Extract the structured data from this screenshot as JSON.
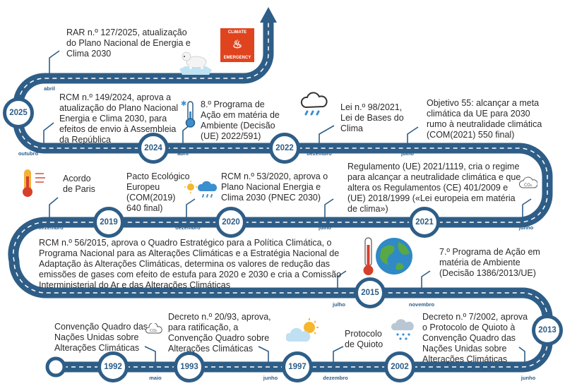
{
  "years": [
    "2025",
    "2024",
    "2022",
    "2021",
    "2020",
    "2019",
    "2015",
    "2013",
    "2002",
    "1997",
    "1993",
    "1992"
  ],
  "months": {
    "abril1": "abril",
    "outubro": "outubro",
    "abril2": "abril",
    "dezembro1": "dezembro",
    "julho1": "julho",
    "dezembro2": "dezembro",
    "dezembro3": "dezembro",
    "julho2": "julho",
    "junho1": "junho",
    "julho3": "julho",
    "novembro": "novembro",
    "maio": "maio",
    "junho2": "junho",
    "dezembro4": "dezembro",
    "junho3": "junho"
  },
  "events": {
    "rar_127_2025": "RAR n.º 127/2025, atualização\ndo Plano Nacional de Energia e\nClima 2030",
    "rcm_149_2024": "RCM n.º 149/2024, aprova a\natualização do Plano Nacional\nEnergia e Clima 2030, para\nefeitos de envio à Assembleia\nda República",
    "programa_8": "8.º Programa de\nAção em matéria de\nAmbiente (Decisão\n(UE) 2022/591)",
    "lei_98_2021": "Lei n.º 98/2021,\nLei de Bases do\nClima",
    "objetivo_55": "Objetivo 55: alcançar a meta\nclimática da UE para 2030\nrumo à neutralidade climática\n(COM(2021) 550 final)",
    "acordo_paris": "Acordo\nde Paris",
    "pacto_ecologico": "Pacto Ecológico\nEuropeu\n(COM(2019)\n640 final)",
    "rcm_53_2020": "RCM n.º 53/2020, aprova o\nPlano Nacional Energia e\nClima 2030 (PNEC 2030)",
    "regulamento_2021_1119": "Regulamento (UE) 2021/1119, cria o regime\npara alcançar a neutralidade climática e que\naltera os Regulamentos (CE) 401/2009 e\n(UE) 2018/1999 («Lei europeia em matéria\nde clima»)",
    "rcm_56_2015": "RCM n.º 56/2015, aprova o Quadro Estratégico para a Política Climática, o\nPrograma Nacional para as Alterações Climáticas e a Estratégia Nacional de\nAdaptação às Alterações Climáticas, determina os valores de redução das\nemissões de gases com efeito de estufa para 2020 e 2030 e cria a Comissão\nInterministerial do Ar e das Alterações Climáticas",
    "programa_7": "7.º Programa de Ação em\nmatéria de Ambiente\n(Decisão 1386/2013/UE)",
    "convencao_quadro": "Convenção Quadro das\nNações Unidas sobre\nAlterações Climáticas",
    "decreto_20_93": "Decreto n.º 20/93, aprova,\npara ratificação, a\nConvenção Quadro sobre\nAlterações Climáticas",
    "protocolo_quioto": "Protocolo\nde Quioto",
    "decreto_7_2002": "Decreto n.º 7/2002, aprova\no Protocolo de Quioto à\nConvenção Quadro das\nNações Unidas sobre\nAlterações Climáticas"
  },
  "badge": {
    "top": "CLIMATE",
    "bottom": "EMERGENCY"
  },
  "co2": "CO₂",
  "colors": {
    "road": "#2e5e87",
    "road_dash": "#ffffff",
    "badge": "#e0441e",
    "thermo_red": "#d6402b",
    "globe_blue": "#2f8ac6"
  },
  "icons": [
    "polar-bear-icon",
    "climate-emergency-icon",
    "thermometer-snow-icon",
    "rain-cloud-icon",
    "co2-cloud-icon",
    "thermometer-hot-icon",
    "sun-rain-icon",
    "globe-thermometer-icon",
    "sun-cloud-icon",
    "hail-cloud-icon"
  ]
}
